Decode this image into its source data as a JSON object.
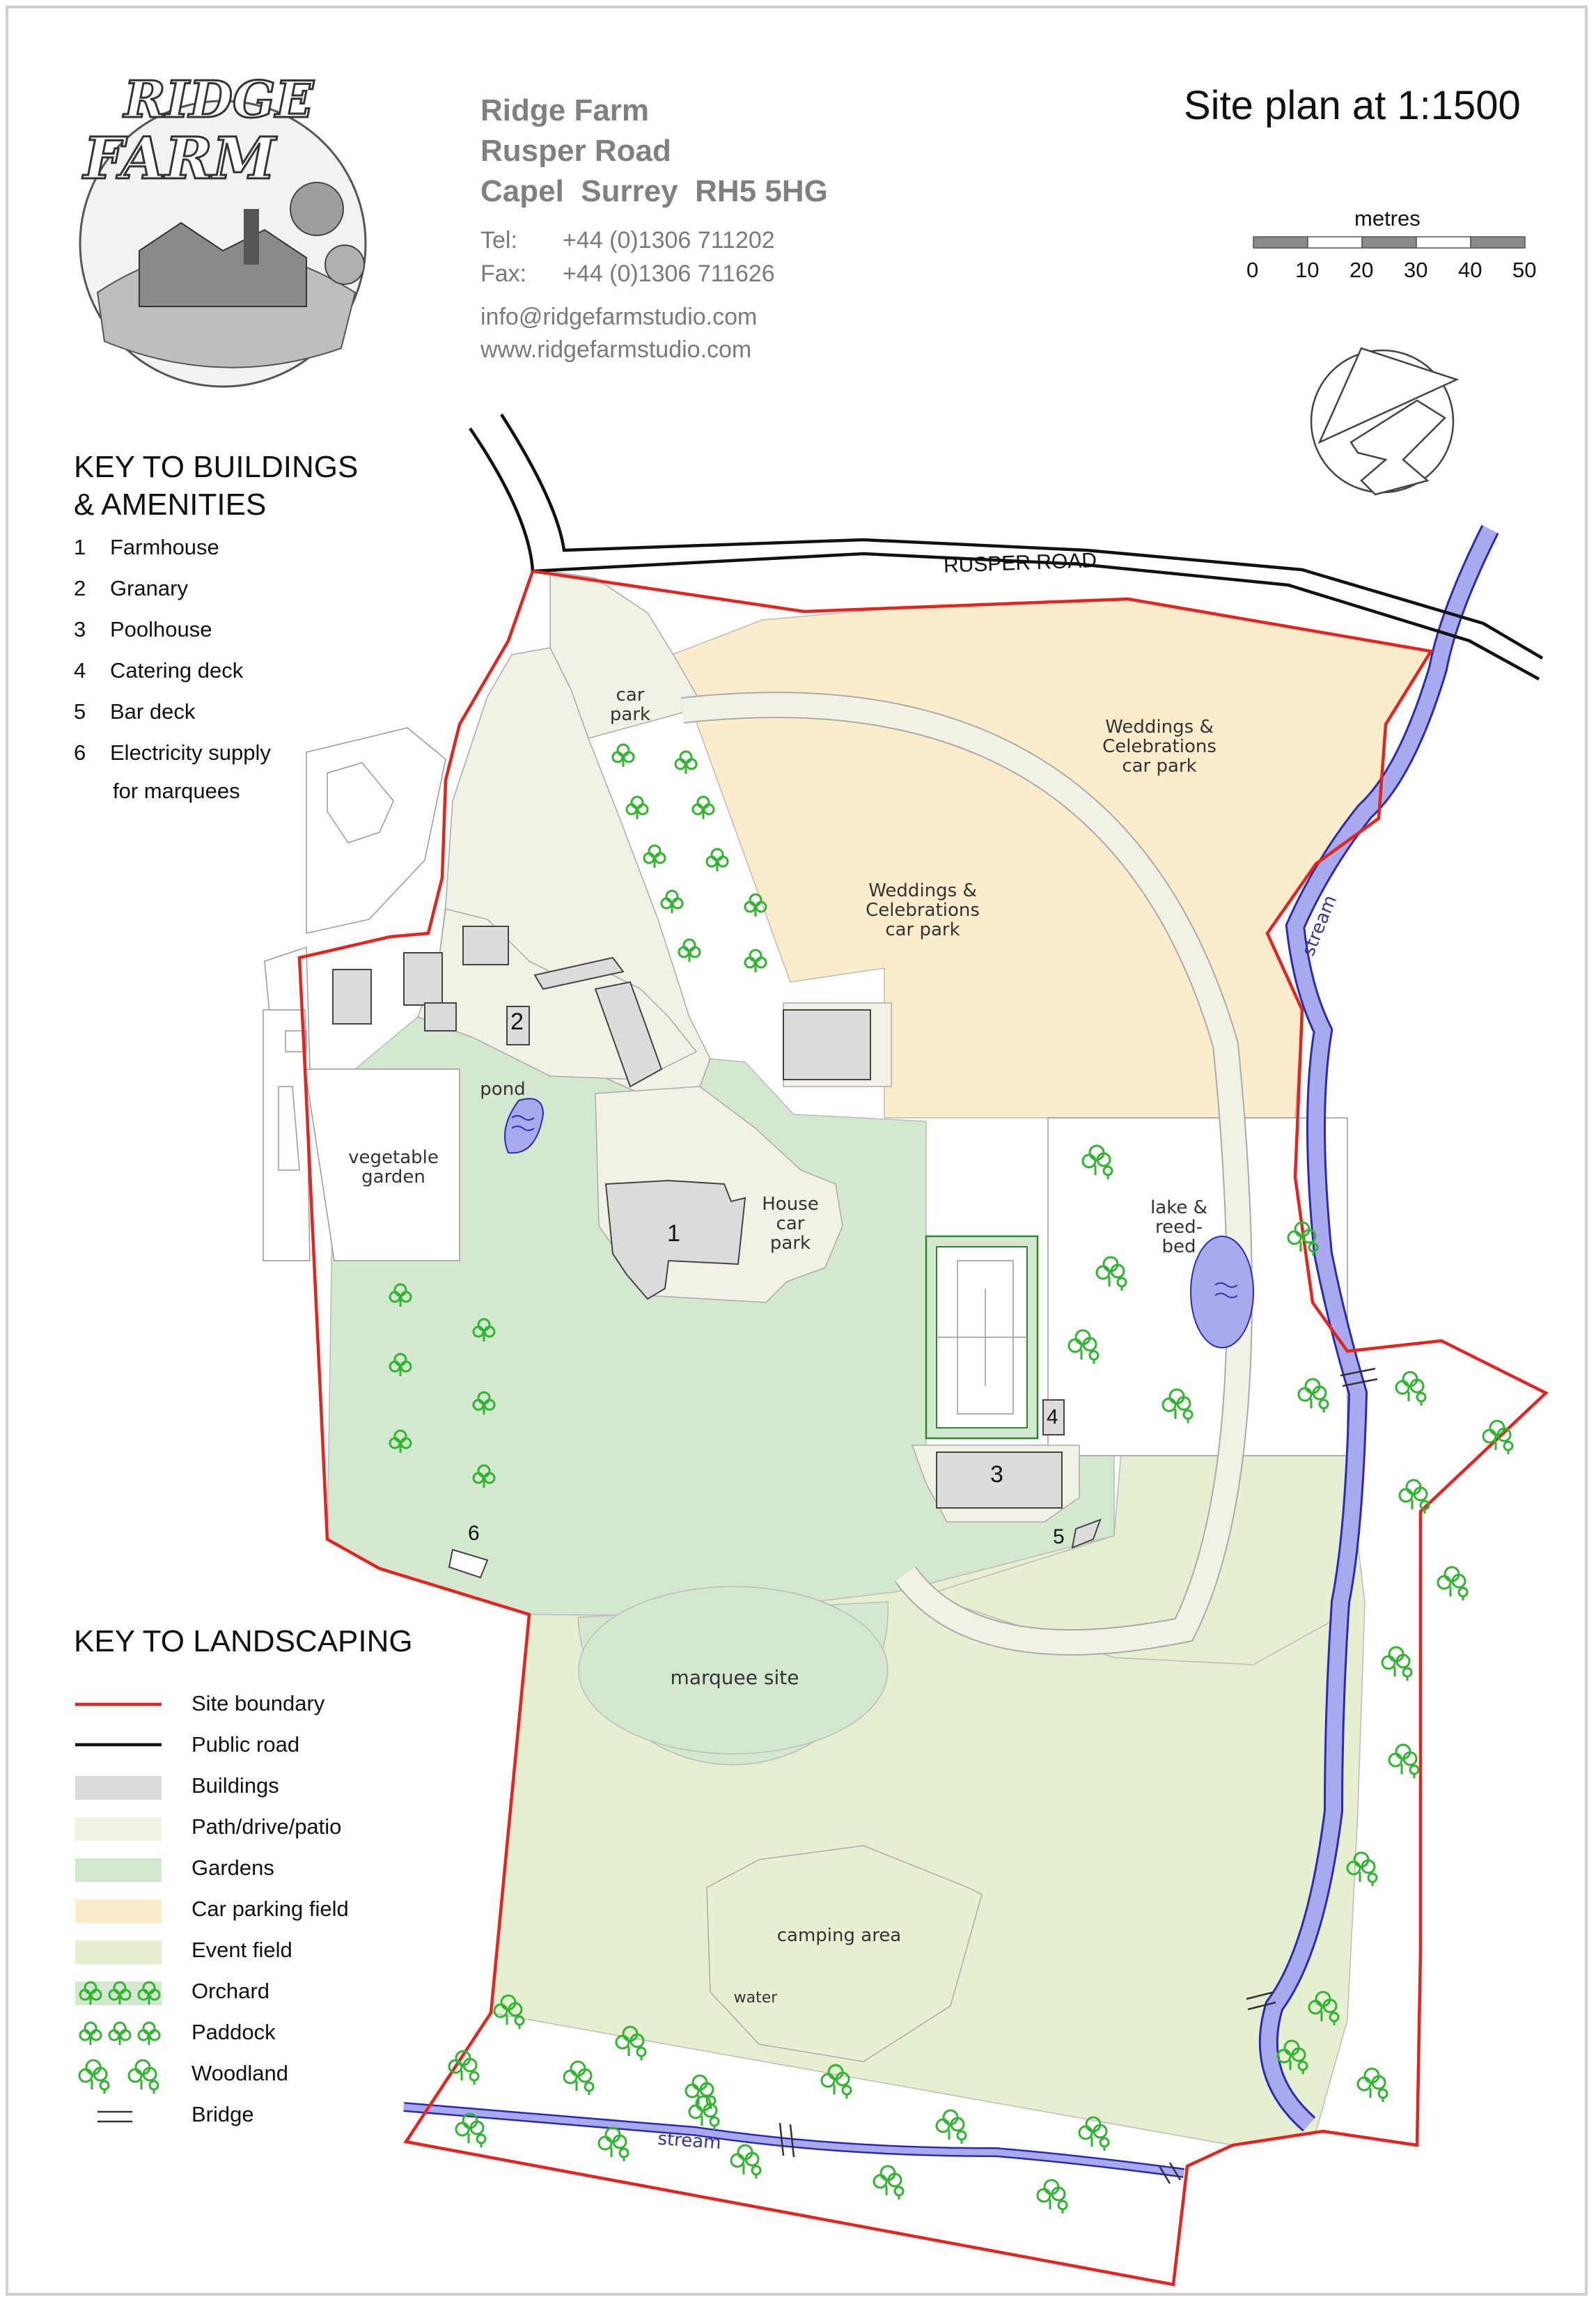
{
  "header": {
    "address_lines": [
      "Ridge Farm",
      "Rusper Road",
      "Capel  Surrey  RH5 5HG"
    ],
    "tel_label": "Tel:",
    "tel_value": "+44 (0)1306 711202",
    "fax_label": "Fax:",
    "fax_value": "+44 (0)1306 711626",
    "email": "info@ridgefarmstudio.com",
    "website": "www.ridgefarmstudio.com",
    "plan_title": "Site plan at 1:1500"
  },
  "logo": {
    "line1": "RIDGE",
    "line2": "FARM"
  },
  "scale_bar": {
    "unit_label": "metres",
    "ticks": [
      "0",
      "10",
      "20",
      "30",
      "40",
      "50"
    ]
  },
  "buildings_key": {
    "heading_line1": "KEY TO BUILDINGS",
    "heading_line2": "& AMENITIES",
    "items": [
      {
        "num": "1",
        "label": "Farmhouse"
      },
      {
        "num": "2",
        "label": "Granary"
      },
      {
        "num": "3",
        "label": "Poolhouse"
      },
      {
        "num": "4",
        "label": "Catering deck"
      },
      {
        "num": "5",
        "label": "Bar deck"
      },
      {
        "num": "6",
        "label": "Electricity supply"
      }
    ],
    "item6_cont": "for marquees"
  },
  "landscaping_key": {
    "heading": "KEY TO LANDSCAPING",
    "items": [
      {
        "label": "Site boundary",
        "color": "#e52420"
      },
      {
        "label": "Public road",
        "color": "#111111"
      },
      {
        "label": "Buildings",
        "color": "#dcdcdc"
      },
      {
        "label": "Path/drive/patio",
        "color": "#f2f1e6"
      },
      {
        "label": "Gardens",
        "color": "#d4e8cf"
      },
      {
        "label": "Car parking field",
        "color": "#fbeccb"
      },
      {
        "label": "Event field",
        "color": "#e6efcf"
      },
      {
        "label": "Orchard",
        "color": "#d4e8cf"
      },
      {
        "label": "Paddock",
        "color": "#2fb52f"
      },
      {
        "label": "Woodland",
        "color": "#2fb52f"
      },
      {
        "label": "Bridge",
        "color": "#333333"
      }
    ]
  },
  "map_labels": {
    "road": "RUSPER ROAD",
    "car_park": "car park",
    "weddings_1": "Weddings & Celebrations car park",
    "weddings_2": "Weddings & Celebrations car park",
    "pond": "pond",
    "vegetable_garden": "vegetable garden",
    "house_car_park": "House car park",
    "lake": "lake & reed-bed",
    "marquee_site": "marquee site",
    "camping_area": "camping area",
    "water": "water",
    "stream_east": "stream",
    "stream_south": "stream",
    "bld_1": "1",
    "bld_2": "2",
    "bld_3": "3",
    "bld_4": "4",
    "bld_5": "5",
    "bld_6": "6"
  },
  "colors": {
    "boundary": "#e52420",
    "road": "#111111",
    "building": "#dcdcdc",
    "path": "#f2f1e6",
    "garden": "#d4e8cf",
    "car_field": "#fbeccb",
    "event_field": "#e6efcf",
    "water": "#a9a9ee",
    "stream_edge": "#2b2bb0",
    "tree": "#2fb52f"
  }
}
